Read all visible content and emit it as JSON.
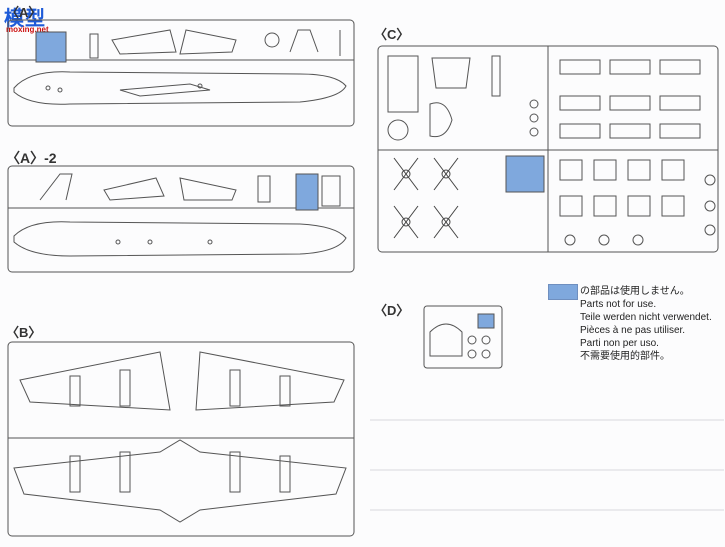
{
  "logo": {
    "main": "模型",
    "url": "moxing.net"
  },
  "sections": {
    "a": "〈A〉",
    "a2": "〈A〉-2",
    "b": "〈B〉",
    "c": "〈C〉",
    "d": "〈D〉"
  },
  "legend": {
    "swatch_color": "#7fa8dd",
    "jp": "の部品は使用しません。",
    "en": "Parts not for use.",
    "de": "Teile werden nicht verwendet.",
    "fr": "Pièces à ne pas utiliser.",
    "it": "Parti non per uso.",
    "zh": "不需要使用的部件。"
  },
  "colors": {
    "highlight": "#7fa8dd",
    "line": "#555"
  }
}
